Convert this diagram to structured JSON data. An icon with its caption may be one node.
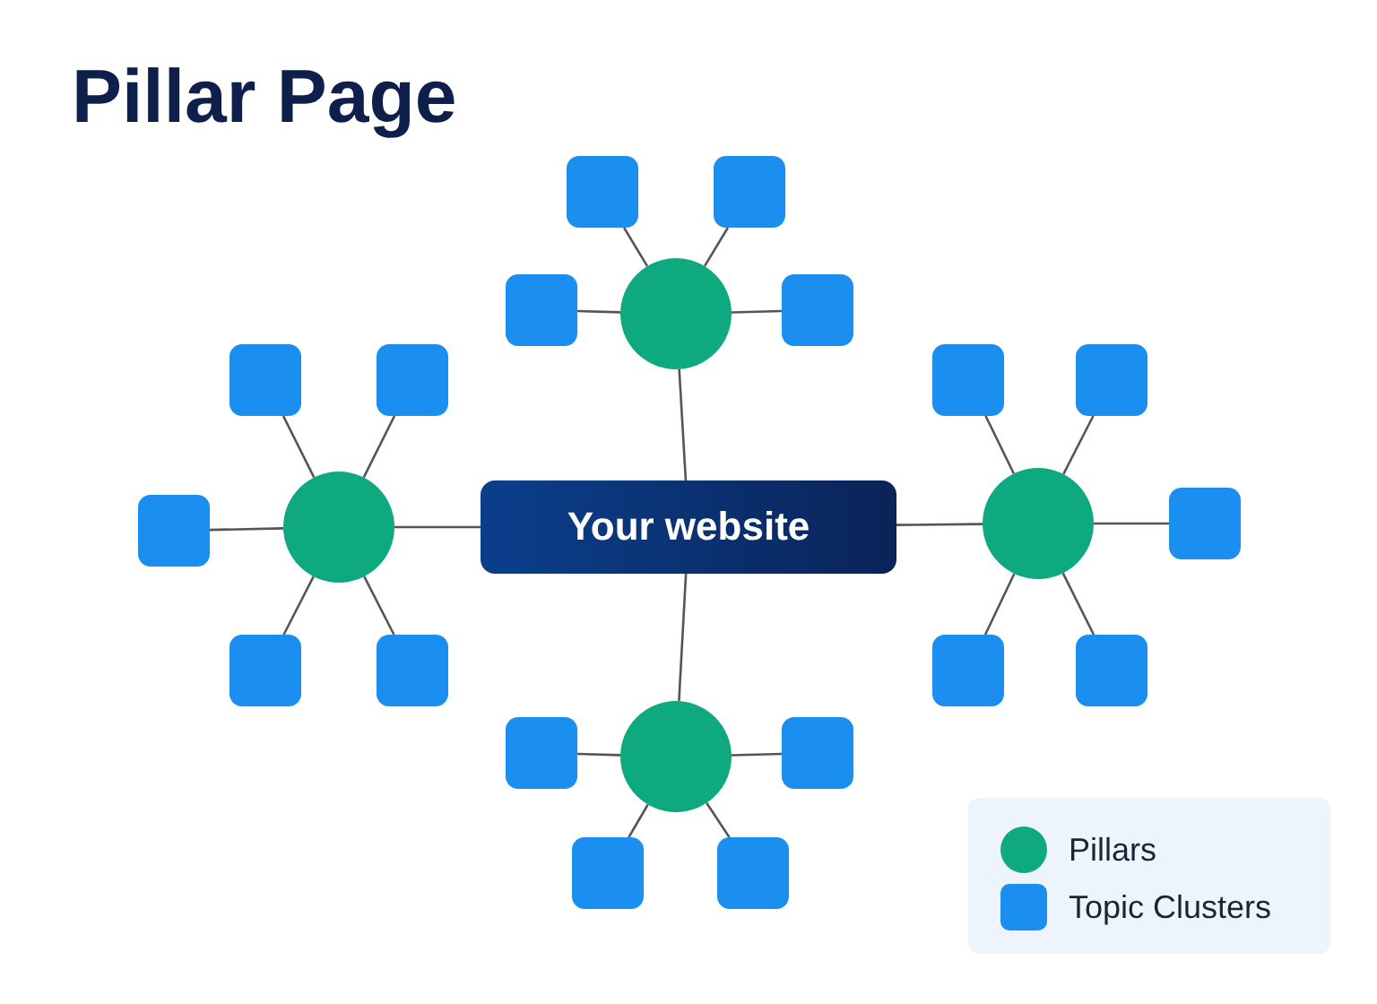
{
  "diagram": {
    "title": "Pillar Page",
    "nodes": [
      {
        "text": [
          "Your website"
        ]
      },
      {
        "text": [],
        "shape": "circle"
      },
      {
        "text": [],
        "shape": "box"
      },
      {
        "text": [],
        "shape": "box"
      },
      {
        "text": [],
        "shape": "box"
      },
      {
        "text": [],
        "shape": "box"
      },
      {
        "text": [],
        "shape": "circle"
      },
      {
        "text": [],
        "shape": "box"
      },
      {
        "text": [],
        "shape": "box"
      },
      {
        "text": [],
        "shape": "box"
      },
      {
        "text": [],
        "shape": "box"
      },
      {
        "text": [],
        "shape": "box"
      },
      {
        "text": [],
        "shape": "circle"
      },
      {
        "text": [],
        "shape": "box"
      },
      {
        "text": [],
        "shape": "box"
      },
      {
        "text": [],
        "shape": "box"
      },
      {
        "text": [],
        "shape": "box"
      },
      {
        "text": [],
        "shape": "box"
      },
      {
        "text": [],
        "shape": "circle"
      },
      {
        "text": [],
        "shape": "box"
      },
      {
        "text": [],
        "shape": "box"
      },
      {
        "text": [],
        "shape": "box"
      },
      {
        "text": [],
        "shape": "box"
      }
    ],
    "edges": [
      {
        "from": 0,
        "to": 1,
        "arrow": "none"
      },
      {
        "from": 0,
        "to": 6,
        "arrow": "none"
      },
      {
        "from": 0,
        "to": 12,
        "arrow": "none"
      },
      {
        "from": 0,
        "to": 18,
        "arrow": "none"
      },
      {
        "from": 1,
        "to": 2,
        "arrow": "none"
      },
      {
        "from": 1,
        "to": 3,
        "arrow": "none"
      },
      {
        "from": 1,
        "to": 4,
        "arrow": "none"
      },
      {
        "from": 1,
        "to": 5,
        "arrow": "none"
      },
      {
        "from": 6,
        "to": 7,
        "arrow": "none"
      },
      {
        "from": 6,
        "to": 8,
        "arrow": "none"
      },
      {
        "from": 6,
        "to": 9,
        "arrow": "none"
      },
      {
        "from": 6,
        "to": 10,
        "arrow": "none"
      },
      {
        "from": 6,
        "to": 11,
        "arrow": "none"
      },
      {
        "from": 12,
        "to": 13,
        "arrow": "none"
      },
      {
        "from": 12,
        "to": 14,
        "arrow": "none"
      },
      {
        "from": 12,
        "to": 15,
        "arrow": "none"
      },
      {
        "from": 12,
        "to": 16,
        "arrow": "none"
      },
      {
        "from": 12,
        "to": 17,
        "arrow": "none"
      },
      {
        "from": 18,
        "to": 19,
        "arrow": "none"
      },
      {
        "from": 18,
        "to": 20,
        "arrow": "none"
      },
      {
        "from": 18,
        "to": 21,
        "arrow": "none"
      },
      {
        "from": 18,
        "to": 22,
        "arrow": "none"
      }
    ],
    "legend": [
      {
        "text": "Pillars",
        "color": "#0fa97f"
      },
      {
        "text": "Topic Clusters",
        "color": "#1a8ff0"
      }
    ]
  }
}
